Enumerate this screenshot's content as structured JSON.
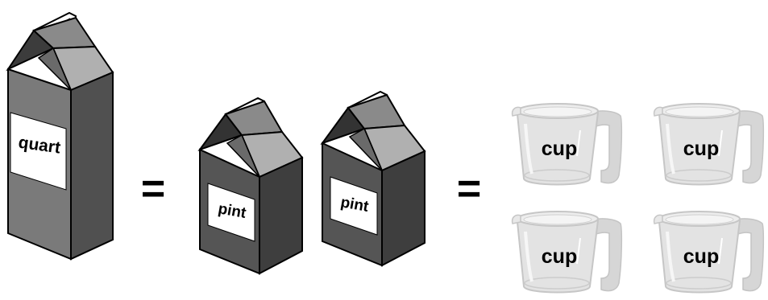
{
  "diagram": {
    "quart": {
      "label": "quart",
      "count": 1
    },
    "equals_1": "=",
    "pints": [
      {
        "label": "pint"
      },
      {
        "label": "pint"
      }
    ],
    "equals_2": "=",
    "cups": [
      {
        "label": "cup"
      },
      {
        "label": "cup"
      },
      {
        "label": "cup"
      },
      {
        "label": "cup"
      }
    ]
  },
  "colors": {
    "carton_dark": "#505050",
    "carton_mid": "#7a7a7a",
    "carton_light": "#a6a6a6",
    "label_bg": "#ffffff",
    "cup_fill": "#e2e2e2",
    "cup_stroke": "#c9c9c9"
  }
}
